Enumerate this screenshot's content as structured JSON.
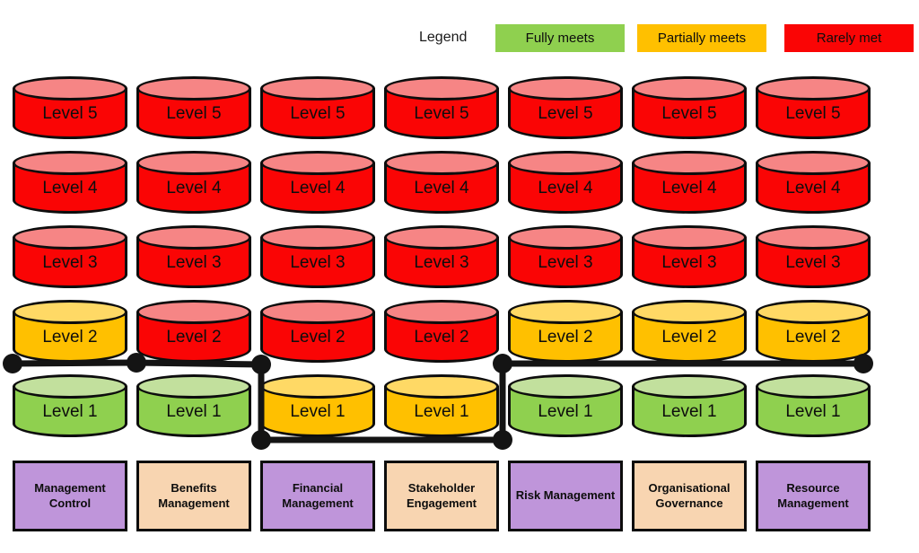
{
  "legend": {
    "title": "Legend",
    "items": [
      {
        "label": "Fully meets",
        "status": "fully"
      },
      {
        "label": "Partially meets",
        "status": "partial"
      },
      {
        "label": "Rarely met",
        "status": "rare"
      }
    ]
  },
  "status_colors": {
    "fully": {
      "body": "#8FD04F",
      "top": "#C2E09D"
    },
    "partial": {
      "body": "#FFC000",
      "top": "#FFD965"
    },
    "rare": {
      "body": "#FA0505",
      "top": "#F68585"
    }
  },
  "level_labels": [
    "Level 5",
    "Level 4",
    "Level 3",
    "Level 2",
    "Level 1"
  ],
  "columns": [
    {
      "label": "Management Control",
      "box_color": "#BF95DA",
      "levels_top_to_bottom": [
        "rare",
        "rare",
        "rare",
        "partial",
        "fully"
      ]
    },
    {
      "label": "Benefits Management",
      "box_color": "#F8D5B1",
      "levels_top_to_bottom": [
        "rare",
        "rare",
        "rare",
        "rare",
        "fully"
      ]
    },
    {
      "label": "Financial Management",
      "box_color": "#BF95DA",
      "levels_top_to_bottom": [
        "rare",
        "rare",
        "rare",
        "rare",
        "partial"
      ]
    },
    {
      "label": "Stakeholder Engagement",
      "box_color": "#F8D5B1",
      "levels_top_to_bottom": [
        "rare",
        "rare",
        "rare",
        "rare",
        "partial"
      ]
    },
    {
      "label": "Risk Management",
      "box_color": "#BF95DA",
      "levels_top_to_bottom": [
        "rare",
        "rare",
        "rare",
        "partial",
        "fully"
      ]
    },
    {
      "label": "Organisational Governance",
      "box_color": "#F8D5B1",
      "levels_top_to_bottom": [
        "rare",
        "rare",
        "rare",
        "partial",
        "fully"
      ]
    },
    {
      "label": "Resource Management",
      "box_color": "#BF95DA",
      "levels_top_to_bottom": [
        "rare",
        "rare",
        "rare",
        "partial",
        "fully"
      ]
    }
  ],
  "boundary": {
    "color": "#141414",
    "points": [
      [
        14,
        405
      ],
      [
        152,
        404
      ],
      [
        291,
        406
      ],
      [
        291,
        490
      ],
      [
        560,
        490
      ],
      [
        560,
        405
      ],
      [
        962,
        405
      ]
    ]
  }
}
